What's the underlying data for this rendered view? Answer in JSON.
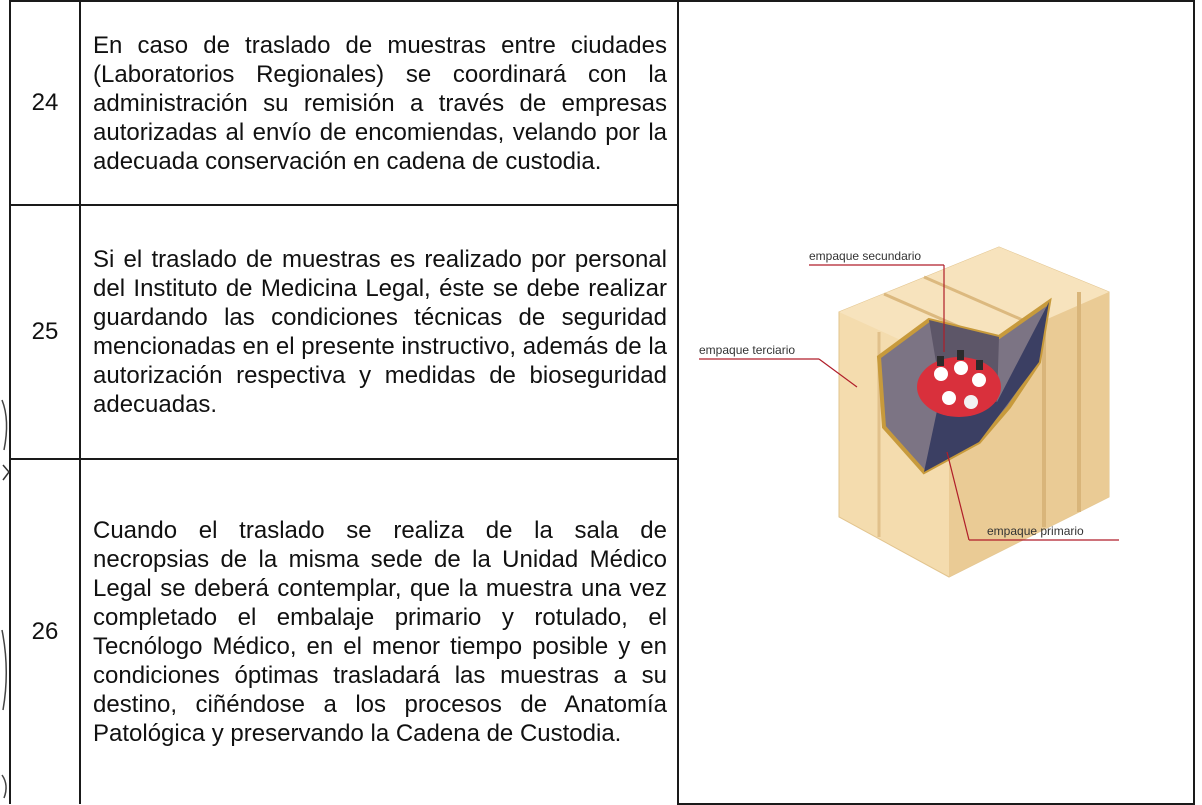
{
  "rows": [
    {
      "number": "24",
      "text": "En caso de traslado de muestras entre ciudades (Laboratorios Regionales) se coordinará con la administración su remisión a través de empresas autorizadas al envío de encomiendas, velando por la adecuada conservación en cadena de custodia."
    },
    {
      "number": "25",
      "text": "Si el traslado de muestras es realizado por personal del Instituto de Medicina Legal, éste se debe realizar guardando las condiciones técnicas de seguridad mencionadas en el presente instructivo, además de la autorización respectiva y medidas de bioseguridad adecuadas."
    },
    {
      "number": "26",
      "text": "Cuando el traslado se realiza de la sala de necropsias de la misma sede de la Unidad Médico Legal se deberá contemplar, que la muestra una vez completado el embalaje primario y rotulado, el Tecnólogo Médico, en el menor tiempo posible y en condiciones óptimas trasladará las muestras a su destino, ciñéndose a los procesos de Anatomía Patológica y preservando la Cadena de Custodia."
    }
  ],
  "illustration": {
    "label_secondary": "empaque secundario",
    "label_tertiary": "empaque terciario",
    "label_primary": "empaque primario",
    "box_color": "#f2d9a8",
    "inner_color": "#6b6b80",
    "sample_color": "#d9303c",
    "leader_color": "#b01e2a"
  }
}
